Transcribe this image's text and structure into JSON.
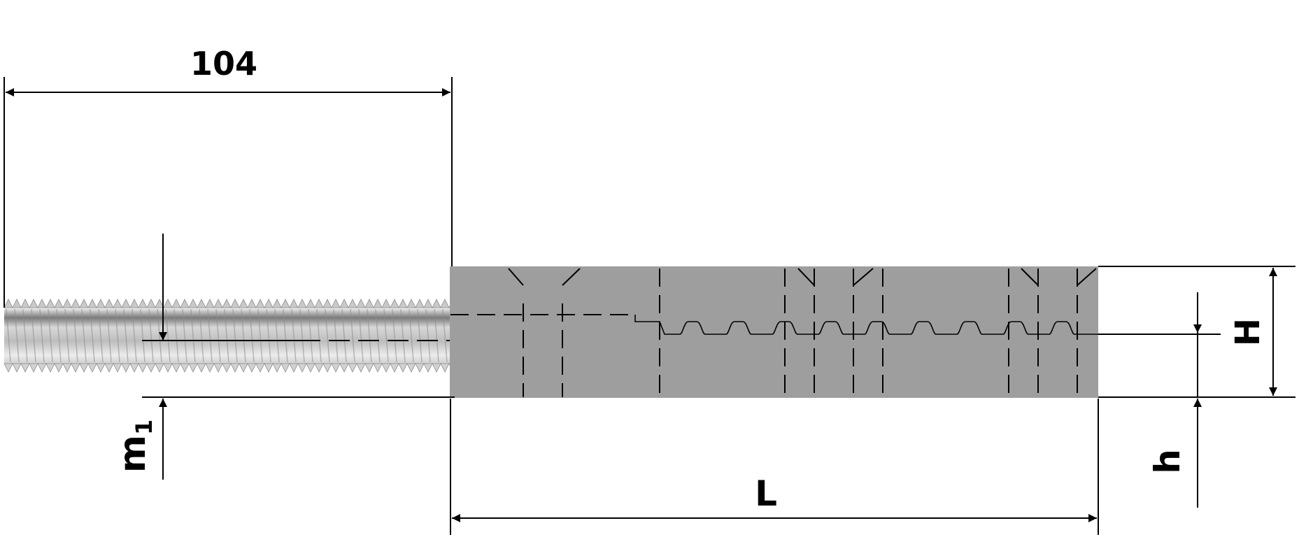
{
  "labels": {
    "rod_length": "104",
    "length": "L",
    "height": "H",
    "offset": "h",
    "min_edge": "m",
    "min_edge_sub": "1"
  },
  "colors": {
    "line": "#000000",
    "block": "#9e9e9e",
    "thread_light": "#e6e6e6",
    "thread_dark": "#6f6f6f"
  }
}
